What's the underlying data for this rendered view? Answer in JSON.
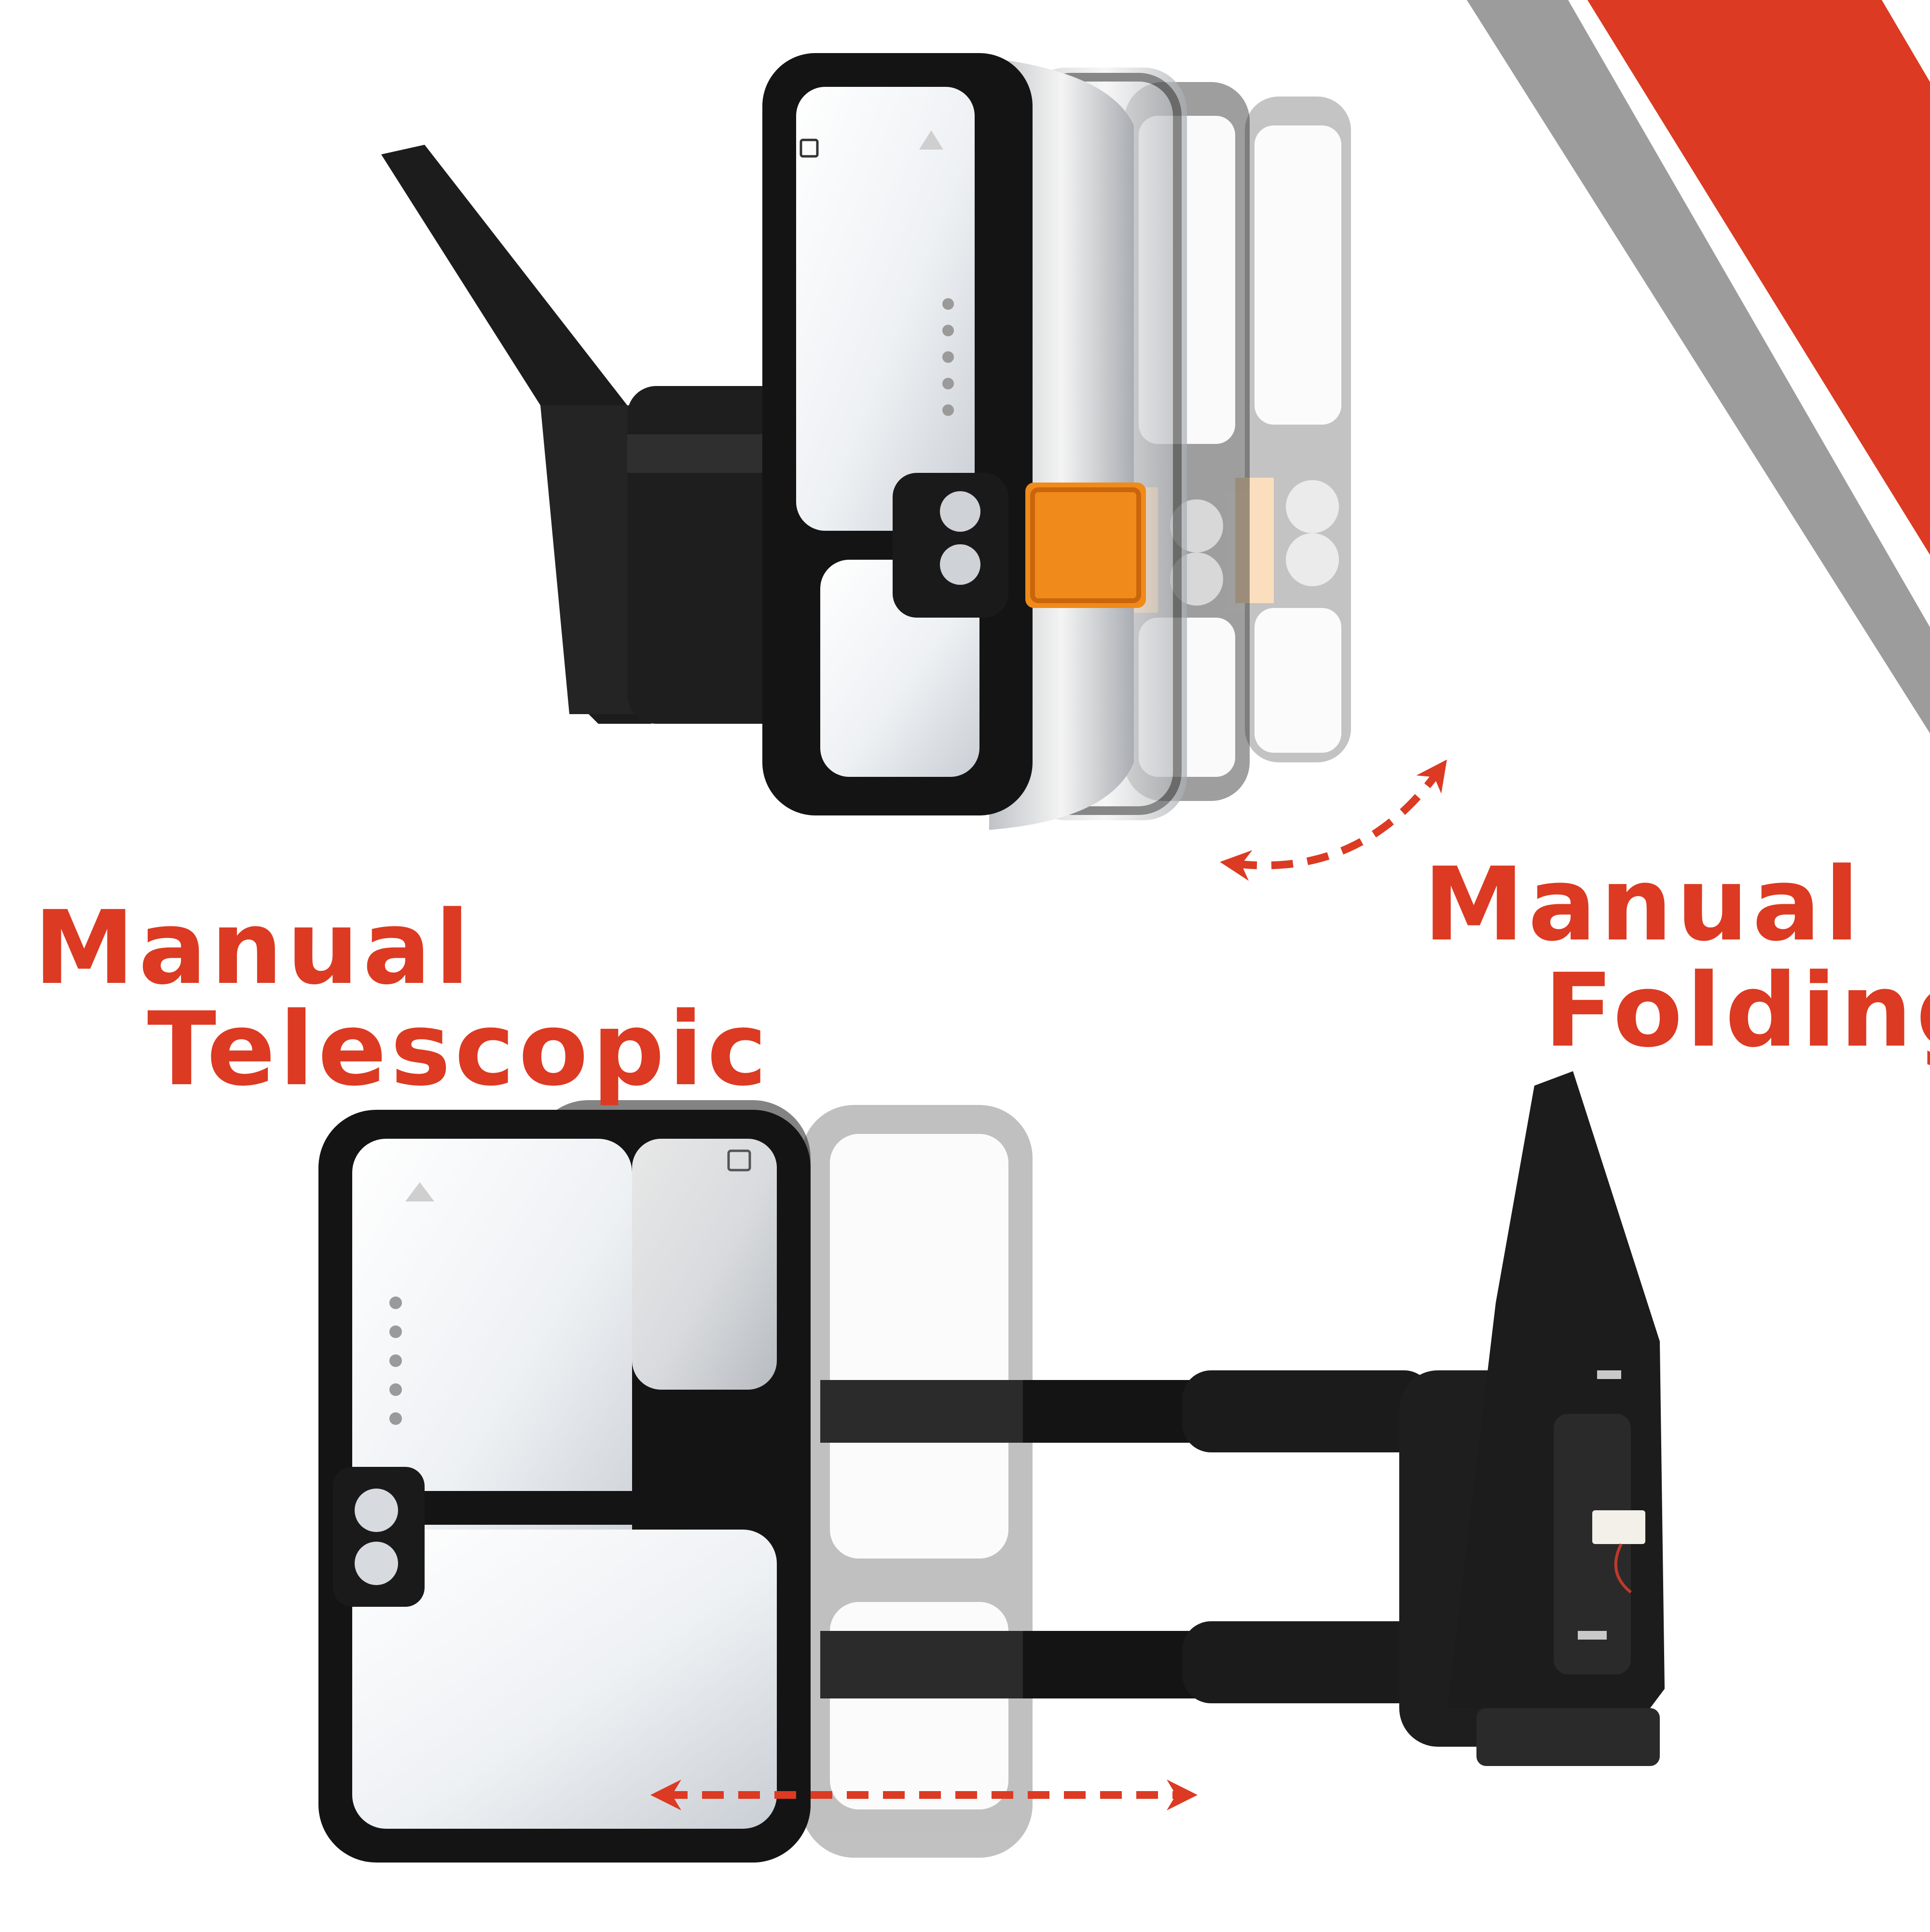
{
  "labels": {
    "telescopic_line1": "Manual",
    "telescopic_line2": "Telescopic",
    "folding_line1": "Manual",
    "folding_line2": "Folding"
  },
  "colors": {
    "accent_red": "#dc3a22",
    "stripe_gray": "#9c9c9c",
    "housing_black": "#1a1a1a",
    "chrome_light": "#e6e6e6",
    "amber": "#f08a1a",
    "glass": "#eef1f4"
  }
}
